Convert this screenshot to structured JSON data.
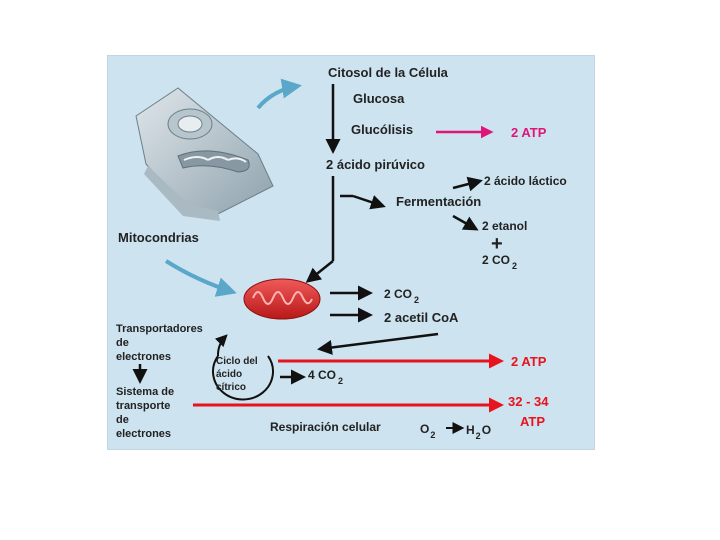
{
  "colors": {
    "background": "#cde3ef",
    "text": "#222222",
    "atp_pink": "#e0157a",
    "atp_red": "#e8131c",
    "mitochondria": "#d92a2a",
    "curved_arrow": "#5aa7c9"
  },
  "labels": {
    "citosol": "Citosol de la Célula",
    "glucosa": "Glucosa",
    "glucolisis": "Glucólisis",
    "atp_glucolisis": "2 ATP",
    "piruvico": "2 ácido pirúvico",
    "lactico": "2 ácido láctico",
    "fermentacion": "Fermentación",
    "etanol": "2 etanol",
    "plus": "+",
    "co2_ferm": "2 CO",
    "co2_ferm_sub": "2",
    "mitocondrias": "Mitocondrias",
    "co2_mito": "2 CO",
    "co2_mito_sub": "2",
    "acetil": "2 acetil CoA",
    "transportadores_1": "Transportadores",
    "transportadores_2": "de",
    "transportadores_3": "electrones",
    "ciclo_1": "Ciclo del",
    "ciclo_2": "ácido",
    "ciclo_3": "cítrico",
    "co2_ciclo": "4 CO",
    "co2_ciclo_sub": "2",
    "atp_ciclo": "2 ATP",
    "sistema_1": "Sistema de",
    "sistema_2": "transporte",
    "sistema_3": "de",
    "sistema_4": "electrones",
    "atp_resp_1": "32 - 34",
    "atp_resp_2": "ATP",
    "respiracion": "Respiración celular",
    "o2": "O",
    "o2_sub": "2",
    "h2o_h": "H",
    "h2o_sub": "2",
    "h2o_o": "O"
  },
  "icons": [
    "cell-illustration",
    "mitochondrion-illustration",
    "curved-arrow-icon",
    "cycle-circle-icon"
  ]
}
